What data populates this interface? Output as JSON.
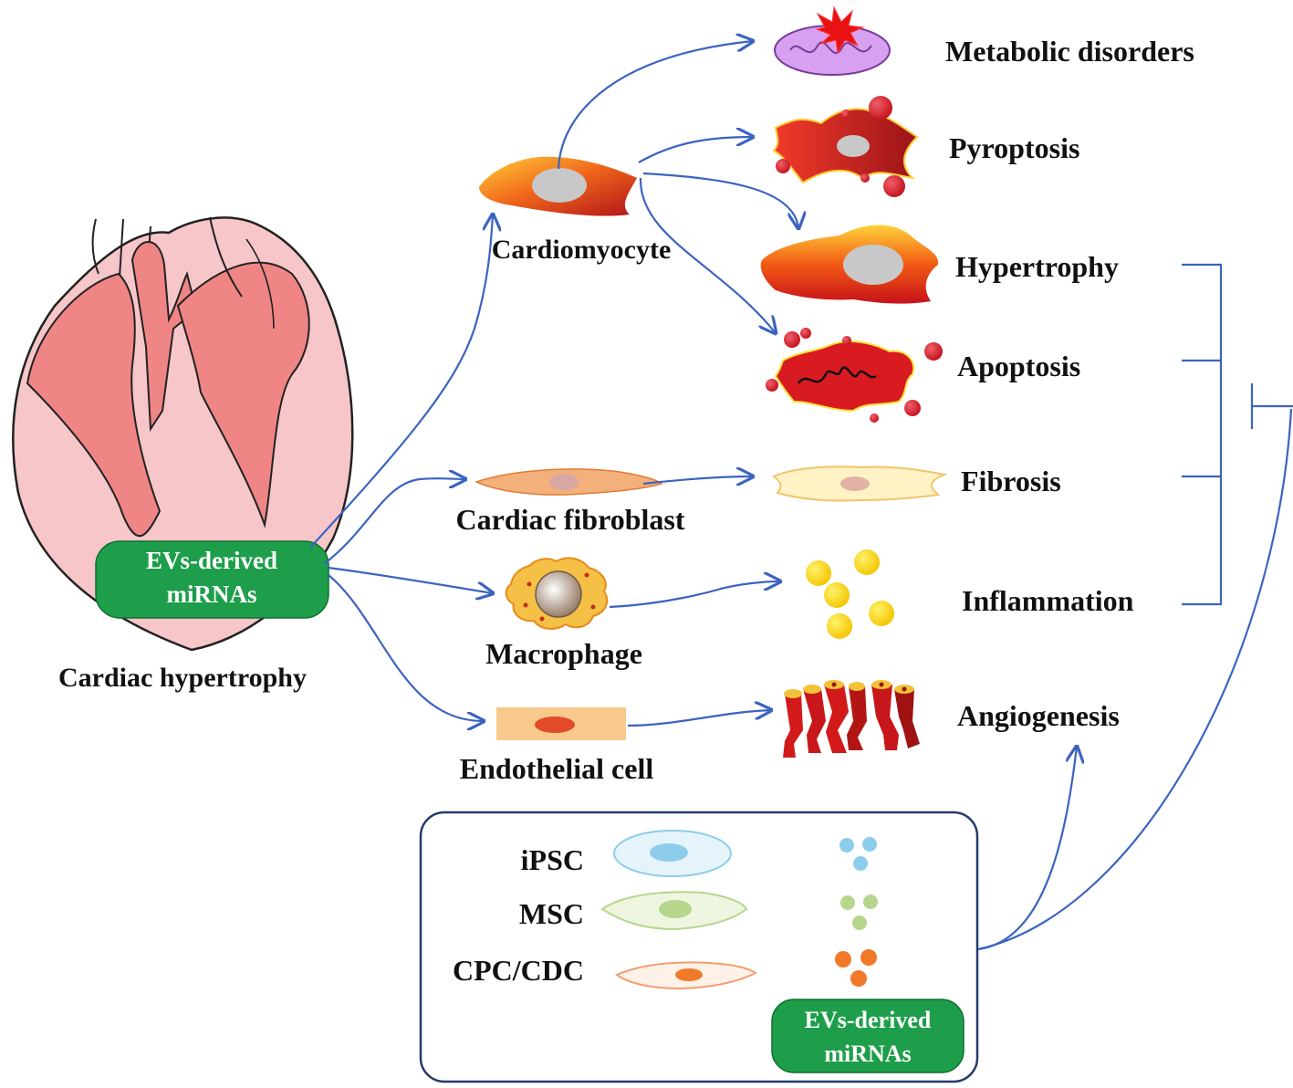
{
  "heart_label": "Cardiac hypertrophy",
  "ev_badge": {
    "line1": "EVs-derived",
    "line2": "miRNAs"
  },
  "cells": {
    "cardiomyocyte": "Cardiomyocyte",
    "fibroblast": "Cardiac fibroblast",
    "macrophage": "Macrophage",
    "endothelial": "Endothelial cell"
  },
  "outcomes": {
    "metabolic": "Metabolic disorders",
    "pyroptosis": "Pyroptosis",
    "hypertrophy": "Hypertrophy",
    "apoptosis": "Apoptosis",
    "fibrosis": "Fibrosis",
    "inflammation": "Inflammation",
    "angiogenesis": "Angiogenesis"
  },
  "therapy_box": {
    "sources": [
      "iPSC",
      "MSC",
      "CPC/CDC"
    ],
    "badge": {
      "line1": "EVs-derived",
      "line2": "miRNAs"
    }
  },
  "colors": {
    "arrow": "#3b63c0",
    "badge_green": "#1e9e4a",
    "heart_fill": "#f6c6c9",
    "chamber": "#ef8585",
    "ipsc": "#8ecdea",
    "msc": "#b5d68c",
    "cpc": "#f07a2a"
  }
}
